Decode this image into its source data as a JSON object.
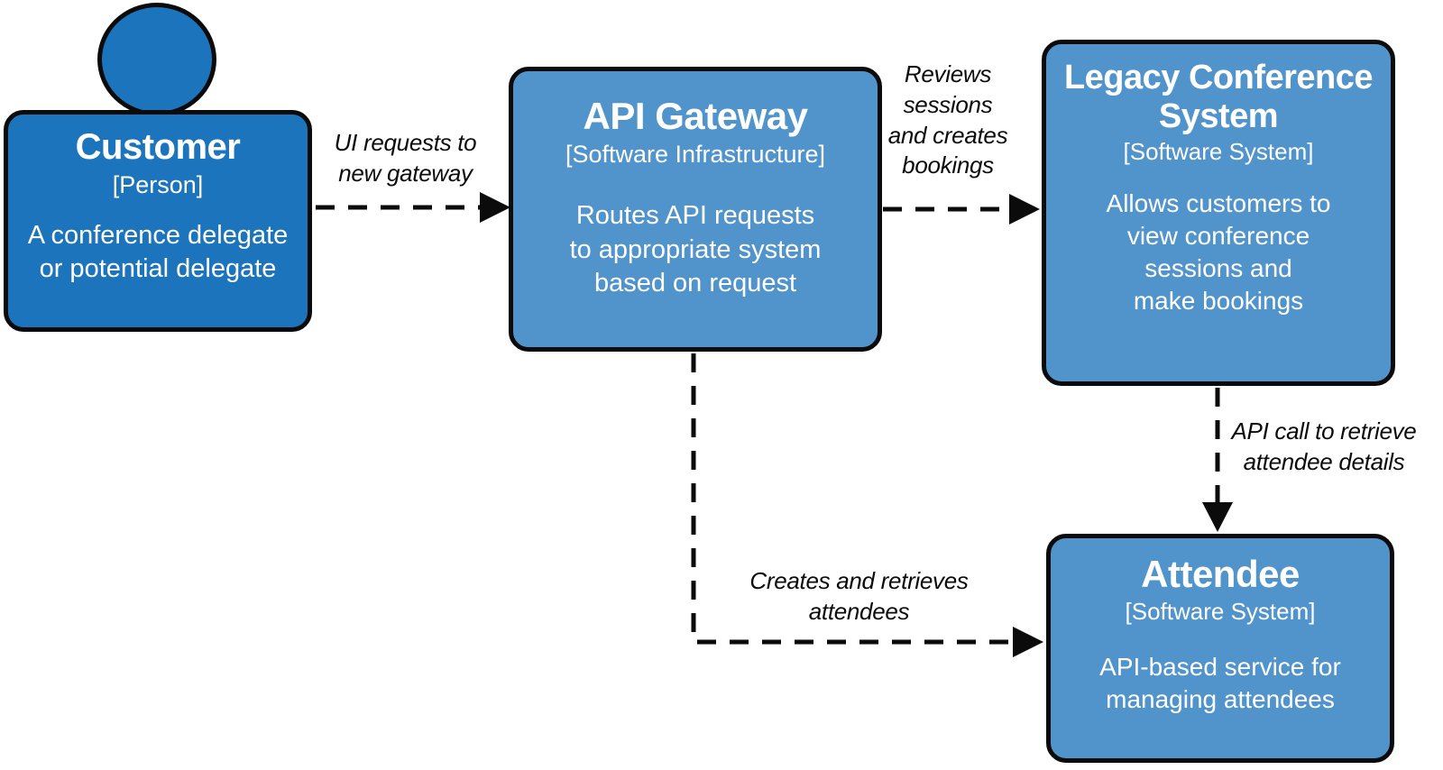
{
  "diagram": {
    "kind": "software-architecture-context-diagram",
    "colors": {
      "person_fill": "#1c75bc",
      "system_fill": "#5194cb",
      "border": "#0b0b0b",
      "edge_line": "#0b0b0b",
      "node_text": "#ffffff",
      "label_text": "#0b0b0b",
      "background": "#ffffff"
    },
    "nodes": [
      {
        "id": "customer",
        "shape": "person",
        "title": "Customer",
        "type_label": "[Person]",
        "description": "A conference delegate\nor potential delegate"
      },
      {
        "id": "api-gateway",
        "shape": "box",
        "title": "API Gateway",
        "type_label": "[Software Infrastructure]",
        "description": "Routes API requests\nto appropriate system\nbased on request"
      },
      {
        "id": "legacy-conference-system",
        "shape": "box",
        "title": "Legacy Conference\nSystem",
        "type_label": "[Software System]",
        "description": "Allows customers to\nview conference\nsessions and\nmake bookings"
      },
      {
        "id": "attendee",
        "shape": "box",
        "title": "Attendee",
        "type_label": "[Software System]",
        "description": "API-based service for\nmanaging attendees"
      }
    ],
    "edges": [
      {
        "from": "customer",
        "to": "api-gateway",
        "style": "dashed-arrow",
        "label": "UI requests to\nnew gateway"
      },
      {
        "from": "api-gateway",
        "to": "legacy-conference-system",
        "style": "dashed-arrow",
        "label": "Reviews\nsessions\nand creates\nbookings"
      },
      {
        "from": "legacy-conference-system",
        "to": "attendee",
        "style": "dashed-arrow",
        "label": "API call to retrieve\nattendee details"
      },
      {
        "from": "api-gateway",
        "to": "attendee",
        "style": "dashed-arrow",
        "label": "Creates and retrieves\nattendees"
      }
    ]
  }
}
